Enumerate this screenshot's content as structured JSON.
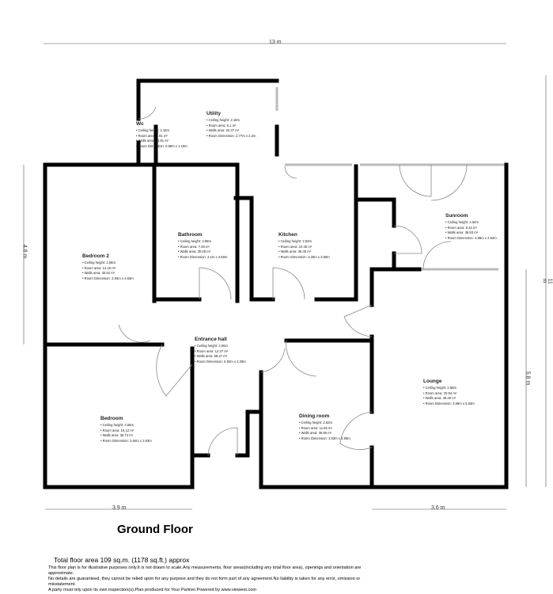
{
  "floor_title": "Ground Floor",
  "total_area": "Total floor area 109 sq.m. (1178 sq.ft.) approx",
  "disclaimer": [
    "This floor plan is for illustrative purposes only.It is not drawn to scale.Any measurements, floor areas(including any total floor area), openings and orientation are approximate.",
    "No details are guaranteed, they cannot be relied upon for any purpose and they do not form part of any agreement.No liability is taken for any error, omission or misstatement.",
    "A party must rely upon its own inspection(s).Plan produced for Your Partner.Powered by www.vieweet.com"
  ],
  "dimensions": {
    "top": "13 m",
    "left": "4.8 m",
    "right": "11 m",
    "right_inner": "5.8 m",
    "bottom_left": "3.9 m",
    "bottom_right": "3.6 m"
  },
  "rooms": {
    "wc": {
      "name": "Wc",
      "lines": [
        "• Ceiling height: 2.15m",
        "• Room area: 1.91 m²",
        "• Walls area: 13.81 m²",
        "• Room Dimension: 0.88m x 1.18m"
      ]
    },
    "utility": {
      "name": "Utility",
      "lines": [
        "• Ceiling height: 2.18m",
        "• Room area: 6.1 m²",
        "• Walls area: 22.37 m²",
        "• Room Dimension: 2.77m x 2.2m"
      ]
    },
    "bedroom2": {
      "name": "Bedroom 2",
      "lines": [
        "• Ceiling height: 2.56m",
        "• Room area: 14.19 m²",
        "• Walls area: 40.52 m²",
        "• Room Dimension: 2.94m x 4.83m"
      ]
    },
    "bathroom": {
      "name": "Bathroom",
      "lines": [
        "• Ceiling height: 2.58m",
        "• Room area: 7.48 m²",
        "• Walls area: 30.08 m²",
        "• Room Dimension: 2.1m x 3.56m"
      ]
    },
    "kitchen": {
      "name": "Kitchen",
      "lines": [
        "• Ceiling height: 2.53m",
        "• Room area: 10.45 m²",
        "• Walls area: 35.35 m²",
        "• Room Dimension: 3.25m x 3.58m"
      ]
    },
    "sunroom": {
      "name": "Sunroom",
      "lines": [
        "• Ceiling height: 2.64m",
        "• Room area: 9.34 m²",
        "• Walls area: 36.83 m²",
        "• Room Dimension: 3.99m x 2.82m"
      ]
    },
    "entrance": {
      "name": "Entrance hall",
      "lines": [
        "• Ceiling height: 2.56m",
        "• Room area: 12.37 m²",
        "• Walls area: 58.27 m²",
        "• Room Dimension: 5.92m x 4.28m"
      ]
    },
    "lounge": {
      "name": "Lounge",
      "lines": [
        "• Ceiling height: 2.58m",
        "• Room area: 20.94 m²",
        "• Walls area: 49.46 m²",
        "• Room Dimension: 3.59m x 5.83m"
      ]
    },
    "bedroom": {
      "name": "Bedroom",
      "lines": [
        "• Ceiling height: 2.56m",
        "• Room area: 15.12 m²",
        "• Walls area: 39.74 m²",
        "• Room Dimension: 3.94m x 3.93m"
      ]
    },
    "dining": {
      "name": "Dining room",
      "lines": [
        "• Ceiling height: 2.62m",
        "• Room area: 11.55 m²",
        "• Walls area: 36.85 m²",
        "• Room Dimension: 3.03m x 3.95m"
      ]
    }
  }
}
